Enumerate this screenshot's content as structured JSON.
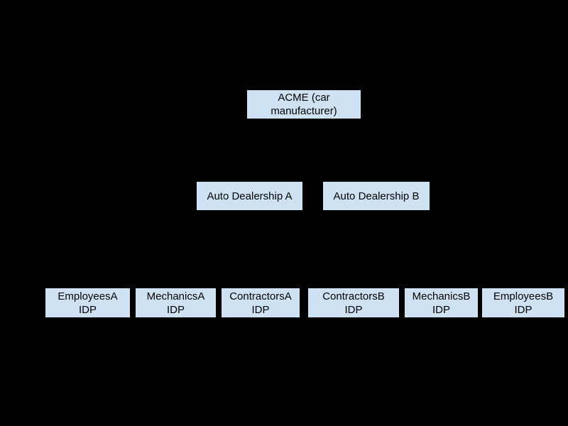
{
  "colors": {
    "background": "#000000",
    "node-fill": "#cfe2f3",
    "node-text": "#000000"
  },
  "diagram": {
    "type": "hierarchy",
    "nodes": {
      "acme": {
        "label": "ACME (car manufacturer)",
        "lines": [
          "ACME (car",
          "manufacturer)"
        ]
      },
      "dealer_a": {
        "label": "Auto Dealership A",
        "lines": [
          "Auto Dealership A"
        ]
      },
      "dealer_b": {
        "label": "Auto Dealership B",
        "lines": [
          "Auto Dealership B"
        ]
      },
      "employees_a": {
        "label": "EmployeesA IDP",
        "lines": [
          "EmployeesA",
          "IDP"
        ]
      },
      "mechanics_a": {
        "label": "MechanicsA IDP",
        "lines": [
          "MechanicsA",
          "IDP"
        ]
      },
      "contractors_a": {
        "label": "ContractorsA IDP",
        "lines": [
          "ContractorsA",
          "IDP"
        ]
      },
      "contractors_b": {
        "label": "ContractorsB IDP",
        "lines": [
          "ContractorsB",
          "IDP"
        ]
      },
      "mechanics_b": {
        "label": "MechanicsB IDP",
        "lines": [
          "MechanicsB",
          "IDP"
        ]
      },
      "employees_b": {
        "label": "EmployeesB IDP",
        "lines": [
          "EmployeesB",
          "IDP"
        ]
      }
    }
  }
}
